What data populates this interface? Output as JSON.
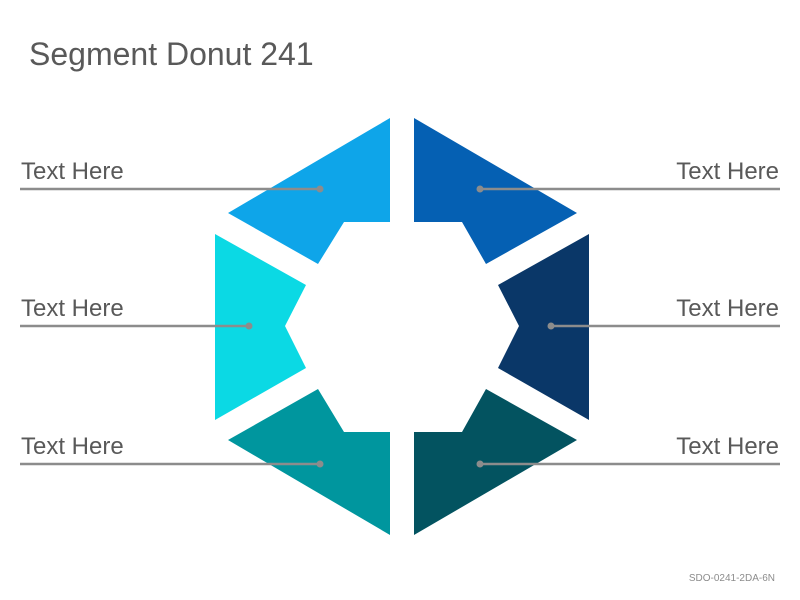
{
  "title": "Segment Donut 241",
  "footer_code": "SDO-0241-2DA-6N",
  "segments": [
    {
      "position": "top-left",
      "label": "Text Here",
      "color": "#0EA5E9"
    },
    {
      "position": "middle-left",
      "label": "Text Here",
      "color": "#0BD9E4"
    },
    {
      "position": "bottom-left",
      "label": "Text Here",
      "color": "#00969E"
    },
    {
      "position": "top-right",
      "label": "Text Here",
      "color": "#0560B3"
    },
    {
      "position": "middle-right",
      "label": "Text Here",
      "color": "#0A3768"
    },
    {
      "position": "bottom-right",
      "label": "Text Here",
      "color": "#035360"
    }
  ],
  "leader_line_color": "#8c8c8c"
}
